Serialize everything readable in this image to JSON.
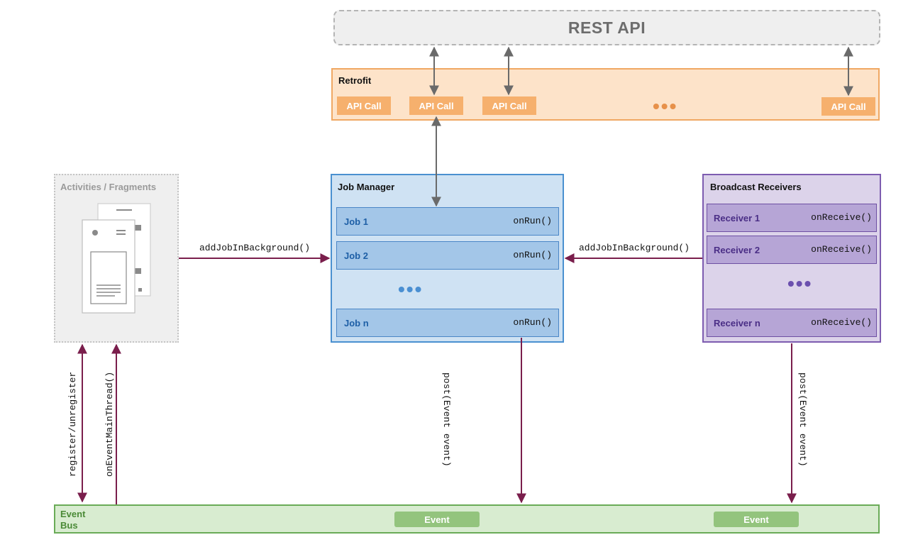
{
  "rest_api": {
    "label": "REST API"
  },
  "retrofit": {
    "title": "Retrofit",
    "calls": [
      "API Call",
      "API Call",
      "API Call",
      "API Call"
    ]
  },
  "activities": {
    "title": "Activities / Fragments"
  },
  "job_manager": {
    "title": "Job Manager",
    "jobs": [
      {
        "name": "Job 1",
        "method": "onRun()"
      },
      {
        "name": "Job 2",
        "method": "onRun()"
      },
      {
        "name": "Job n",
        "method": "onRun()"
      }
    ]
  },
  "broadcast_receivers": {
    "title": "Broadcast Receivers",
    "receivers": [
      {
        "name": "Receiver 1",
        "method": "onReceive()"
      },
      {
        "name": "Receiver 2",
        "method": "onReceive()"
      },
      {
        "name": "Receiver n",
        "method": "onReceive()"
      }
    ]
  },
  "edges": {
    "activities_to_jobs": "addJobInBackground()",
    "receivers_to_jobs": "addJobInBackground()",
    "register": "register/unregister",
    "main_thread": "onEventMainThread()",
    "job_post": "post(Event event)",
    "receiver_post": "post(Event event)"
  },
  "event_bus": {
    "title": "Event Bus",
    "events": [
      "Event",
      "Event"
    ]
  },
  "ellipsis": "•••",
  "colors": {
    "retrofit_accent": "#f0a863",
    "job_accent": "#4a90d0",
    "receiver_accent": "#7d5cb0",
    "bus_accent": "#6aab57",
    "edge_color": "#7a1e4c"
  }
}
